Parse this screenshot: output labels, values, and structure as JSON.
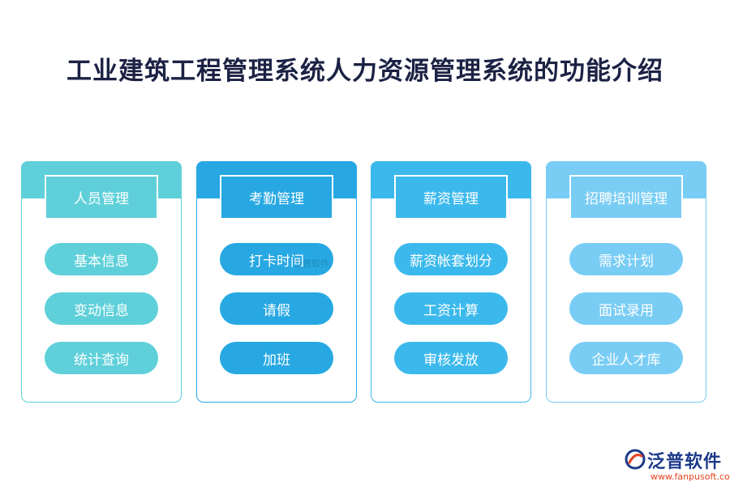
{
  "title": "工业建筑工程管理系统人力资源管理系统的功能介绍",
  "modules": [
    {
      "heading": "人员管理",
      "color": "#5fd0d9",
      "items": [
        "基本信息",
        "变动信息",
        "统计查询"
      ]
    },
    {
      "heading": "考勤管理",
      "color": "#27a8e2",
      "items": [
        "打卡时间",
        "请假",
        "加班"
      ]
    },
    {
      "heading": "薪资管理",
      "color": "#3cb9ec",
      "items": [
        "薪资帐套划分",
        "工资计算",
        "审核发放"
      ]
    },
    {
      "heading": "招聘培训管理",
      "color": "#79cdf4",
      "items": [
        "需求计划",
        "面试录用",
        "企业人才库"
      ]
    }
  ],
  "watermark": "泛普软件",
  "logo": {
    "name": "泛普软件",
    "url": "www.fanpusoft.com",
    "brand_color": "#1d3a8a",
    "accent_color": "#e7421e"
  }
}
